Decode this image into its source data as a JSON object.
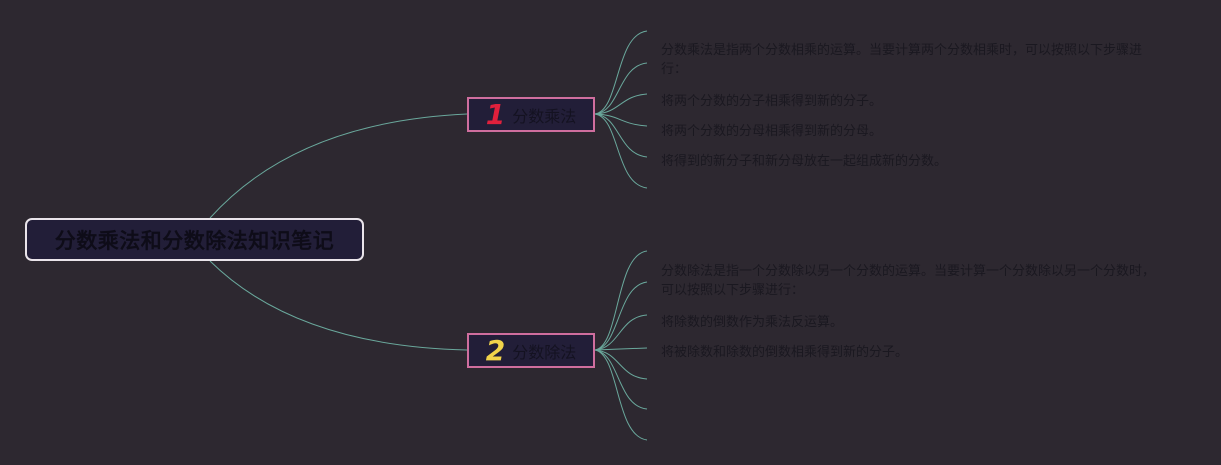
{
  "root": {
    "title": "分数乘法和分数除法知识笔记"
  },
  "branches": [
    {
      "number": "1",
      "number_color": "#e0203c",
      "label": "分数乘法",
      "leaves": [
        "分数乘法是指两个分数相乘的运算。当要计算两个分数相乘时，可以按照以下步骤进行：",
        "将两个分数的分子相乘得到新的分子。",
        "将两个分数的分母相乘得到新的分母。",
        "将得到的新分子和新分母放在一起组成新的分数。"
      ]
    },
    {
      "number": "2",
      "number_color": "#f1d34a",
      "label": "分数除法",
      "leaves": [
        "分数除法是指一个分数除以另一个分数的运算。当要计算一个分数除以另一个分数时，可以按照以下步骤进行：",
        "将除数的倒数作为乘法反运算。",
        "将被除数和除数的倒数相乘得到新的分子。"
      ]
    }
  ],
  "colors": {
    "background": "#2d2830",
    "connector": "#6aa89c",
    "branch_border": "#cf6e9e",
    "root_border": "#e9e4ea"
  }
}
